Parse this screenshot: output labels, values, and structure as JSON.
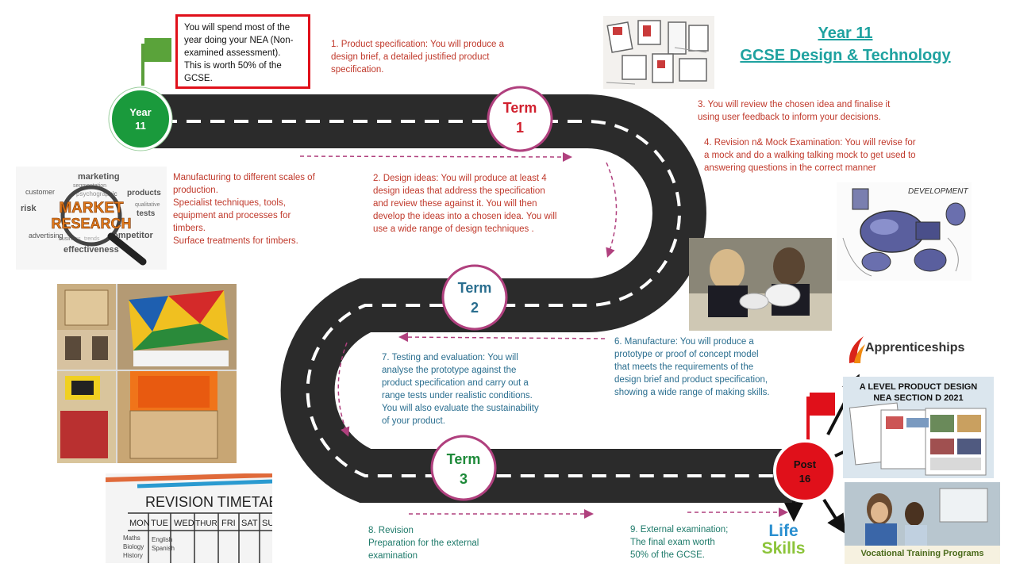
{
  "title": {
    "line1": "Year 11",
    "line2": "GCSE Design & Technology"
  },
  "milestones": {
    "start": {
      "line1": "Year",
      "line2": "11"
    },
    "term1": {
      "line1": "Term",
      "line2": "1"
    },
    "term2": {
      "line1": "Term",
      "line2": "2"
    },
    "term3": {
      "line1": "Term",
      "line2": "3"
    },
    "end": {
      "line1": "Post",
      "line2": "16"
    }
  },
  "nea_note": [
    "You will spend most of the",
    "year doing your NEA (Non-",
    "examined assessment).",
    "This is worth 50% of the",
    "GCSE."
  ],
  "steps": {
    "s1": [
      "1. Product specification: You will produce a",
      "design brief, a detailed justified  product",
      "specification."
    ],
    "s2": [
      "2. Design ideas: You will produce at least 4",
      "design ideas that address the specification",
      "and review these against it. You will then",
      "develop the ideas into a chosen idea. You will",
      "use a wide range of design techniques ."
    ],
    "s3": [
      "3. You will review the chosen idea and finalise it",
      "using user feedback to inform your decisions."
    ],
    "s4": [
      "4. Revision n& Mock Examination: You will revise for",
      "a mock and do a walking talking mock to get used to",
      "answering questions in the correct manner"
    ],
    "s6": [
      "6. Manufacture: You will produce a",
      "prototype or proof of concept model",
      "that meets the requirements of the",
      "design brief and product specification,",
      "showing a wide range of making skills."
    ],
    "s7": [
      "7. Testing and evaluation: You will",
      "analyse the prototype against the",
      "product specification and carry out a",
      "range tests under realistic conditions.",
      "You will also evaluate the sustainability",
      "of your product."
    ],
    "s8": [
      "8. Revision",
      "Preparation for the external",
      "examination"
    ],
    "s9": [
      "9. External examination;",
      "The final exam worth",
      "50% of the GCSE."
    ]
  },
  "manufacturing": [
    "Manufacturing to different scales of",
    "production.",
    "Specialist techniques, tools,",
    "equipment and processes for",
    "timbers.",
    "Surface treatments for timbers."
  ],
  "images": {
    "market_research": {
      "line1": "MARKET",
      "line2": "RESEARCH",
      "words": [
        "marketing",
        "segmentation",
        "customer",
        "psychographic",
        "products",
        "risk",
        "business",
        "tests",
        "trends",
        "competitor",
        "advertising",
        "effectiveness",
        "qualitative"
      ]
    },
    "revision_timetable": {
      "heading": "REVISION TIMETABLE",
      "days": [
        "MON",
        "TUE",
        "WED",
        "THUR",
        "FRI",
        "SAT",
        "SU"
      ],
      "cells": [
        "Maths",
        "Biology",
        "History",
        "English",
        "Spanish"
      ]
    },
    "sketch_label": "DEVELOPMENT",
    "apprenticeships": "Apprenticeships",
    "a_level": {
      "line1": "A LEVEL PRODUCT DESIGN",
      "line2": "NEA SECTION D 2021"
    },
    "life_skills": {
      "line1": "Life",
      "line2": "Skills"
    },
    "vocational": "Vocational Training Programs"
  },
  "colors": {
    "road": "#2b2b2b",
    "term_ring": "#b0407e",
    "start_fill": "#1a9a3c",
    "end_fill": "#e0101a",
    "red_text": "#c0392b",
    "blue_text": "#2a6e8f",
    "title": "#1fa2a0",
    "arrow": "#b0407e"
  }
}
